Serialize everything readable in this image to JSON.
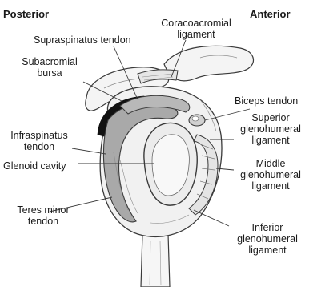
{
  "headers": {
    "posterior": "Posterior",
    "anterior": "Anterior"
  },
  "labels": {
    "coracoacromial_line1": "Coracoacromial",
    "coracoacromial_line2": "ligament",
    "supraspinatus": "Supraspinatus tendon",
    "subacromial_line1": "Subacromial",
    "subacromial_line2": "bursa",
    "biceps": "Biceps tendon",
    "superior_line1": "Superior",
    "superior_line2": "glenohumeral",
    "superior_line3": "ligament",
    "infraspinatus_line1": "Infraspinatus",
    "infraspinatus_line2": "tendon",
    "glenoid": "Glenoid cavity",
    "middle_line1": "Middle",
    "middle_line2": "glenohumeral",
    "middle_line3": "ligament",
    "teres_line1": "Teres minor",
    "teres_line2": "tendon",
    "inferior_line1": "Inferior",
    "inferior_line2": "glenohumeral",
    "inferior_line3": "ligament"
  },
  "colors": {
    "bone": "#f4f4f4",
    "outline": "#3a3a3a",
    "tendon": "#a9a9a9",
    "bursa": "#111111",
    "glenoid": "#ececec"
  }
}
